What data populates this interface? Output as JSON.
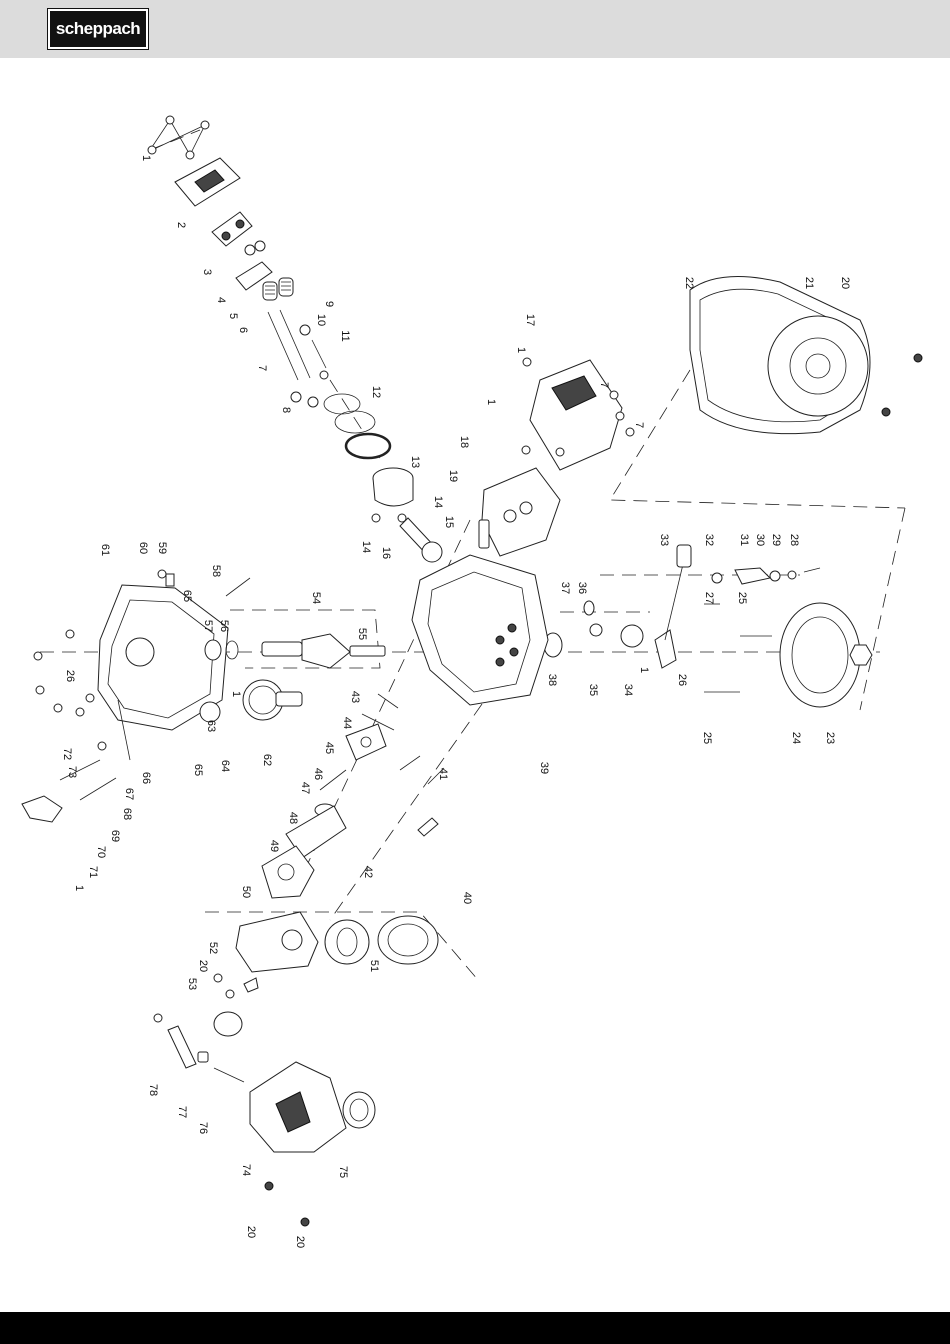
{
  "header": {
    "logo_text": "scheppach"
  },
  "labels": [
    {
      "id": "l1a",
      "text": "1"
    },
    {
      "id": "l2",
      "text": "2"
    },
    {
      "id": "l3",
      "text": "3"
    },
    {
      "id": "l4",
      "text": "4"
    },
    {
      "id": "l5",
      "text": "5"
    },
    {
      "id": "l6",
      "text": "6"
    },
    {
      "id": "l7",
      "text": "7"
    },
    {
      "id": "l8",
      "text": "8"
    },
    {
      "id": "l9",
      "text": "9"
    },
    {
      "id": "l10",
      "text": "10"
    },
    {
      "id": "l11",
      "text": "11"
    },
    {
      "id": "l12",
      "text": "12"
    },
    {
      "id": "l13",
      "text": "13"
    },
    {
      "id": "l14a",
      "text": "14"
    },
    {
      "id": "l14b",
      "text": "14"
    },
    {
      "id": "l15",
      "text": "15"
    },
    {
      "id": "l16",
      "text": "16"
    },
    {
      "id": "l17",
      "text": "17"
    },
    {
      "id": "l1b",
      "text": "1"
    },
    {
      "id": "l7b",
      "text": "7"
    },
    {
      "id": "l7c",
      "text": "7"
    },
    {
      "id": "l1c",
      "text": "1"
    },
    {
      "id": "l18",
      "text": "18"
    },
    {
      "id": "l19",
      "text": "19"
    },
    {
      "id": "l22",
      "text": "22"
    },
    {
      "id": "l21",
      "text": "21"
    },
    {
      "id": "l20a",
      "text": "20"
    },
    {
      "id": "l33",
      "text": "33"
    },
    {
      "id": "l32",
      "text": "32"
    },
    {
      "id": "l31",
      "text": "31"
    },
    {
      "id": "l30",
      "text": "30"
    },
    {
      "id": "l29",
      "text": "29"
    },
    {
      "id": "l28",
      "text": "28"
    },
    {
      "id": "l37",
      "text": "37"
    },
    {
      "id": "l36",
      "text": "36"
    },
    {
      "id": "l27",
      "text": "27"
    },
    {
      "id": "l25a",
      "text": "25"
    },
    {
      "id": "l38",
      "text": "38"
    },
    {
      "id": "l35",
      "text": "35"
    },
    {
      "id": "l34",
      "text": "34"
    },
    {
      "id": "l1d",
      "text": "1"
    },
    {
      "id": "l26a",
      "text": "26"
    },
    {
      "id": "l24",
      "text": "24"
    },
    {
      "id": "l23",
      "text": "23"
    },
    {
      "id": "l25b",
      "text": "25"
    },
    {
      "id": "l39",
      "text": "39"
    },
    {
      "id": "l61",
      "text": "61"
    },
    {
      "id": "l60",
      "text": "60"
    },
    {
      "id": "l59",
      "text": "59"
    },
    {
      "id": "l58",
      "text": "58"
    },
    {
      "id": "l54",
      "text": "54"
    },
    {
      "id": "l65a",
      "text": "65"
    },
    {
      "id": "l57",
      "text": "57"
    },
    {
      "id": "l56",
      "text": "56"
    },
    {
      "id": "l55",
      "text": "55"
    },
    {
      "id": "l26b",
      "text": "26"
    },
    {
      "id": "l63",
      "text": "63"
    },
    {
      "id": "l1e",
      "text": "1"
    },
    {
      "id": "l43",
      "text": "43"
    },
    {
      "id": "l44",
      "text": "44"
    },
    {
      "id": "l45",
      "text": "45"
    },
    {
      "id": "l46",
      "text": "46"
    },
    {
      "id": "l47",
      "text": "47"
    },
    {
      "id": "l48",
      "text": "48"
    },
    {
      "id": "l62",
      "text": "62"
    },
    {
      "id": "l64",
      "text": "64"
    },
    {
      "id": "l65b",
      "text": "65"
    },
    {
      "id": "l66",
      "text": "66"
    },
    {
      "id": "l67",
      "text": "67"
    },
    {
      "id": "l68",
      "text": "68"
    },
    {
      "id": "l69",
      "text": "69"
    },
    {
      "id": "l72",
      "text": "72"
    },
    {
      "id": "l73",
      "text": "73"
    },
    {
      "id": "l70",
      "text": "70"
    },
    {
      "id": "l71",
      "text": "71"
    },
    {
      "id": "l1f",
      "text": "1"
    },
    {
      "id": "l41",
      "text": "41"
    },
    {
      "id": "l40",
      "text": "40"
    },
    {
      "id": "l49",
      "text": "49"
    },
    {
      "id": "l42",
      "text": "42"
    },
    {
      "id": "l50",
      "text": "50"
    },
    {
      "id": "l51",
      "text": "51"
    },
    {
      "id": "l52",
      "text": "52"
    },
    {
      "id": "l20b",
      "text": "20"
    },
    {
      "id": "l53",
      "text": "53"
    },
    {
      "id": "l78",
      "text": "78"
    },
    {
      "id": "l77",
      "text": "77"
    },
    {
      "id": "l76",
      "text": "76"
    },
    {
      "id": "l74",
      "text": "74"
    },
    {
      "id": "l75",
      "text": "75"
    },
    {
      "id": "l20c",
      "text": "20"
    },
    {
      "id": "l20d",
      "text": "20"
    }
  ]
}
